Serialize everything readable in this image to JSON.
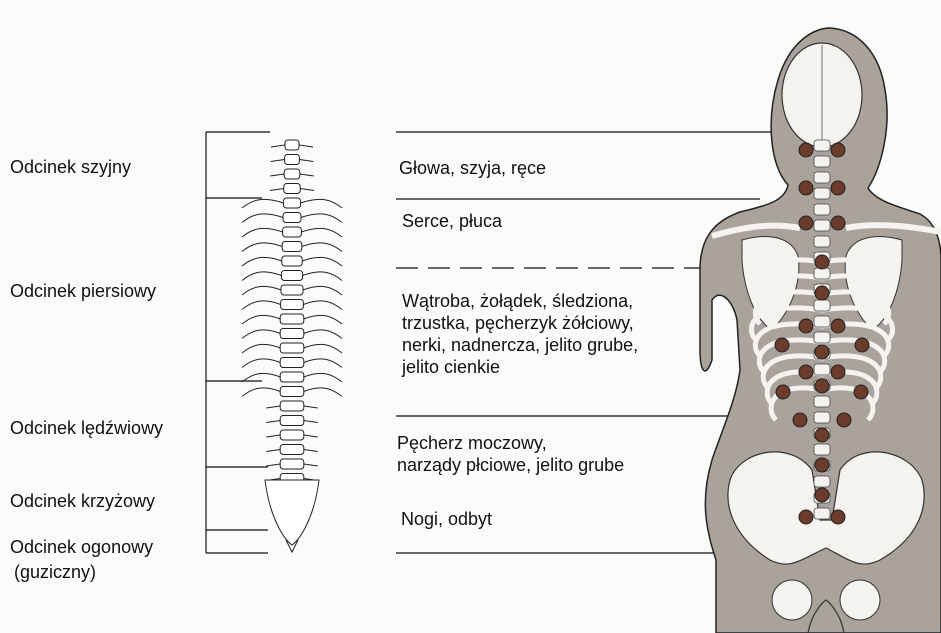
{
  "segments": [
    {
      "label": "Odcinek szyjny"
    },
    {
      "label": "Odcinek piersiowy"
    },
    {
      "label": "Odcinek lędźwiowy"
    },
    {
      "label": "Odcinek krzyżowy"
    },
    {
      "label": "Odcinek ogonowy"
    },
    {
      "label": "(guziczny)"
    }
  ],
  "organs": [
    {
      "lines": [
        "Głowa, szyja, ręce"
      ]
    },
    {
      "lines": [
        "Serce, płuca"
      ]
    },
    {
      "lines": [
        "Wątroba, żołądek, śledziona,",
        "trzustka, pęcherzyk żółciowy,",
        "nerki, nadnercza, jelito grube,",
        "jelito cienkie"
      ]
    },
    {
      "lines": [
        "Pęcherz moczowy,",
        "narządy płciowe, jelito grube"
      ]
    },
    {
      "lines": [
        "Nogi, odbyt"
      ]
    }
  ],
  "colors": {
    "ink": "#111111",
    "body_fill": "#a9a39b",
    "bone": "#f4f3ef",
    "dot": "#6b3b2c"
  }
}
